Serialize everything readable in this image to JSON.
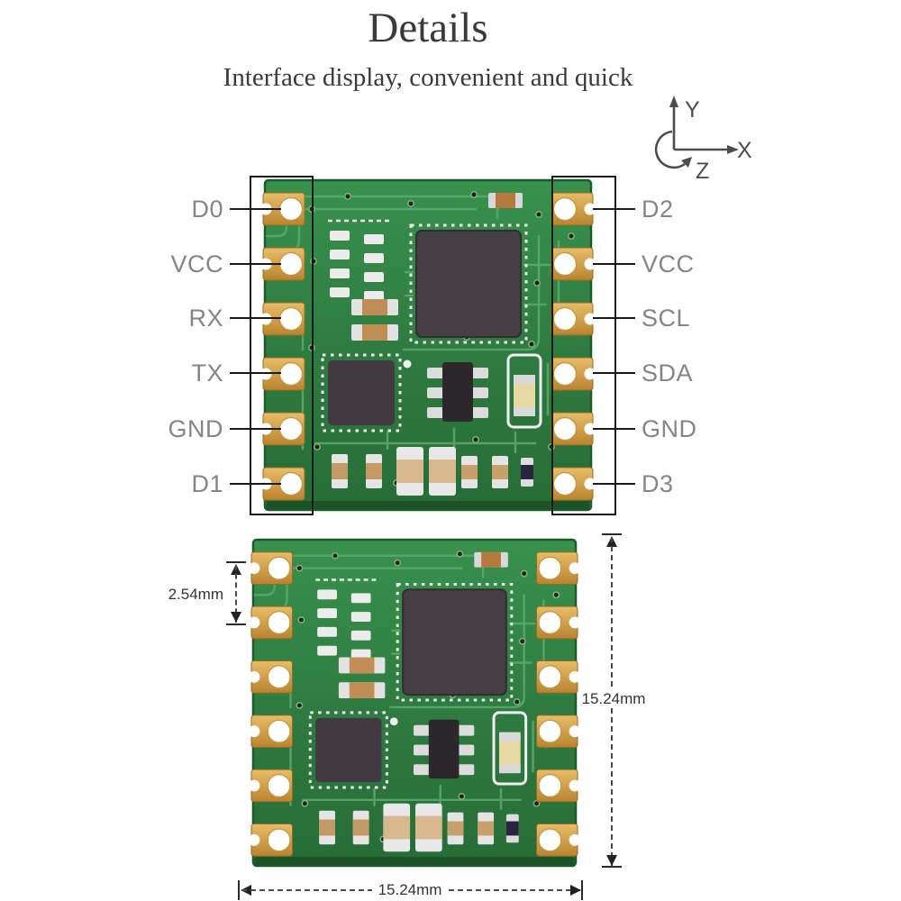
{
  "header": {
    "title": "Details",
    "subtitle": "Interface display, convenient and quick"
  },
  "axis_indicator": {
    "x": "X",
    "y": "Y",
    "z": "Z"
  },
  "pinout": {
    "left": [
      "D0",
      "VCC",
      "RX",
      "TX",
      "GND",
      "D1"
    ],
    "right": [
      "D2",
      "VCC",
      "SCL",
      "SDA",
      "GND",
      "D3"
    ]
  },
  "dimensions": {
    "pin_pitch": "2.54mm",
    "board_height": "15.24mm",
    "board_width": "15.24mm"
  },
  "colors": {
    "pcb_green": "#2f7d40",
    "trace_green": "#5aa76c",
    "pad_gold": "#d2a04b",
    "ic_body": "#463e44",
    "label_gray": "#858585",
    "annotation_dark": "#222222",
    "text_dark": "#3a3a3a"
  }
}
